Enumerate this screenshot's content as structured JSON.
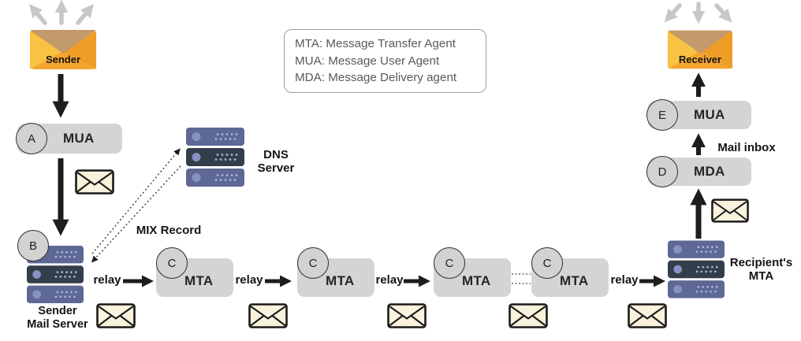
{
  "legend": {
    "lines": [
      "MTA: Message Transfer Agent",
      "MUA: Message User Agent",
      "MDA: Message Delivery agent"
    ]
  },
  "endpoints": {
    "sender": {
      "label": "Sender"
    },
    "receiver": {
      "label": "Receiver"
    }
  },
  "nodes": {
    "mua_a": {
      "badge": "A",
      "label": "MUA"
    },
    "sender_mail_server": {
      "badge": "B",
      "label_line1": "Sender",
      "label_line2": "Mail Server"
    },
    "dns_server": {
      "label_line1": "DNS",
      "label_line2": "Server"
    },
    "mda": {
      "badge": "D",
      "label": "MDA"
    },
    "mua_e": {
      "badge": "E",
      "label": "MUA"
    },
    "recipient_mta": {
      "label_line1": "Recipient's",
      "label_line2": "MTA"
    }
  },
  "mta_chain": [
    {
      "badge": "C",
      "label": "MTA"
    },
    {
      "badge": "C",
      "label": "MTA"
    },
    {
      "badge": "C",
      "label": "MTA"
    },
    {
      "badge": "C",
      "label": "MTA"
    }
  ],
  "labels": {
    "relay": "relay",
    "mix_record": "MIX Record",
    "mail_inbox": "Mail inbox"
  },
  "icons": {
    "sender_envelope": "open-envelope-icon",
    "receiver_envelope": "open-envelope-icon",
    "message": "sealed-envelope-icon",
    "server": "server-stack-icon",
    "spread_arrows": "spread-arrows-icon"
  },
  "colors": {
    "envelope_body": "#f4a52f",
    "envelope_flap": "#c39a6b",
    "envelope_left": "#f8c243",
    "envelope_right": "#ee9d26",
    "message_fill": "#f9f2dc",
    "server_row_light": "#5d6894",
    "server_row_dark": "#333e4a",
    "server_circle": "#8791c6",
    "server_dots": "#aab3dc",
    "agent_box": "#d3d4d6",
    "badge_fill": "#d2d2d2",
    "arrow_black": "#1d1d1d",
    "arrow_gray": "#c7c7c7"
  }
}
